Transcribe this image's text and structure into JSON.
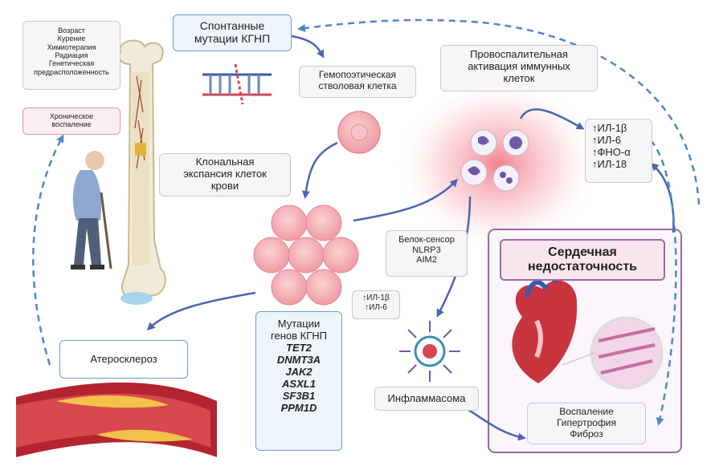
{
  "risk_factors": [
    "Возраст",
    "Курение",
    "Химиотерапия",
    "Радиация",
    "Генетическая",
    "предрасположенность"
  ],
  "chronic_inflammation": [
    "Хроническое",
    "воспаление"
  ],
  "spontaneous_mutations": [
    "Спонтанные",
    "мутации КГНП"
  ],
  "hsc": [
    "Гемопоэтическая",
    "стволовая клетка"
  ],
  "proinflammatory": [
    "Провоспалительная",
    "активация иммунных",
    "клеток"
  ],
  "cytokines_right": [
    "↑ИЛ-1β",
    "↑ИЛ-6",
    "↑ФНО-α",
    "↑ИЛ-18"
  ],
  "clonal_expansion": [
    "Клональная",
    "экспансия клеток",
    "крови"
  ],
  "sensor": [
    "Белок-сенсор",
    "NLRP3",
    "AIM2"
  ],
  "cytokines_small": [
    "↑ИЛ-1β",
    "↑ИЛ-6"
  ],
  "heart_failure": [
    "Сердечная",
    "недостаточность"
  ],
  "atherosclerosis": "Атеросклероз",
  "gene_mutations_title": [
    "Мутации",
    "генов КГНП"
  ],
  "genes": [
    "TET2",
    "DNMT3A",
    "JAK2",
    "ASXL1",
    "SF3B1",
    "PPM1D"
  ],
  "inflammasome": "Инфламмасома",
  "outcomes": [
    "Воспаление",
    "Гипертрофия",
    "Фиброз"
  ],
  "colors": {
    "arrow_blue": "#4a66b0",
    "dashed_blue": "#4f86c9",
    "frame_purple": "#9a6aa3",
    "cell_pink": "#f3b7bd",
    "glow_red": "#f05a6a"
  }
}
